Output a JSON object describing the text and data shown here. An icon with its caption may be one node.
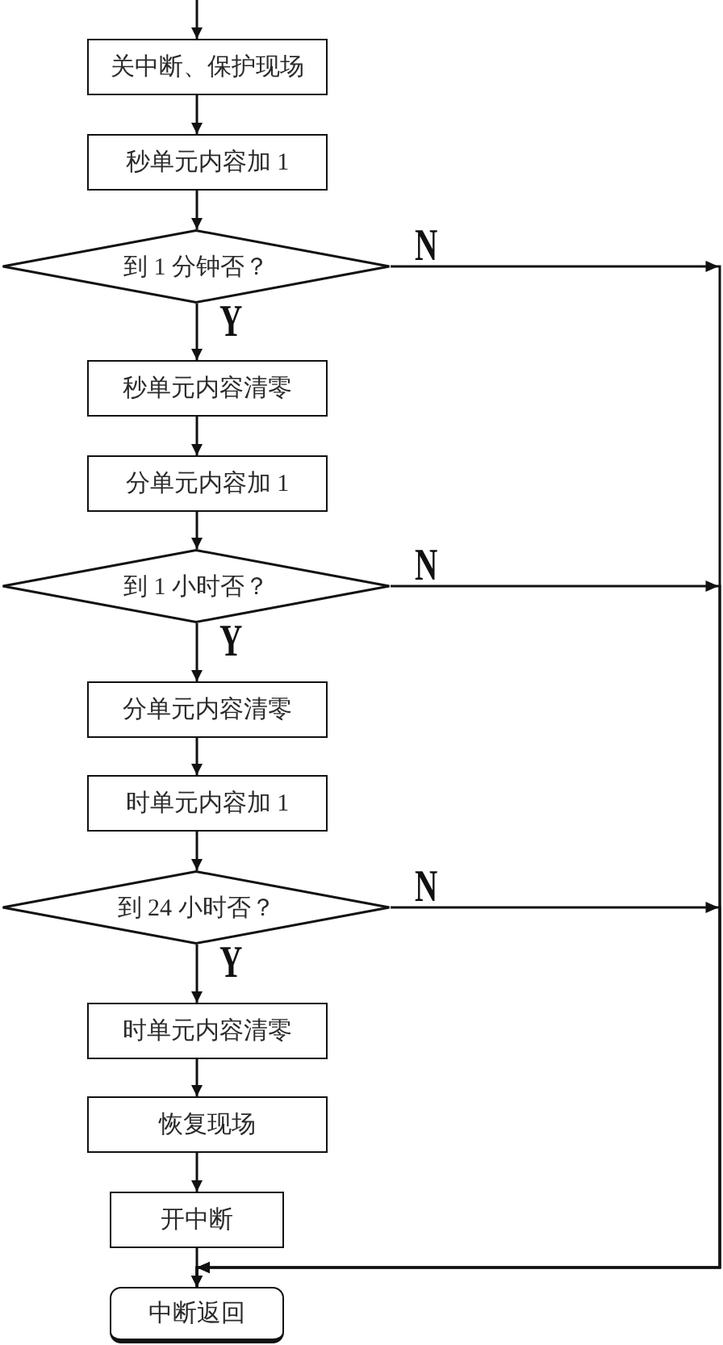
{
  "diagram": {
    "nodes": [
      {
        "text": [
          "关中断、保护现场"
        ]
      },
      {
        "text": [
          "秒单元内容加 1"
        ]
      },
      {
        "text": [
          "到 1 分钟否？"
        ]
      },
      {
        "text": [
          "秒单元内容清零"
        ]
      },
      {
        "text": [
          "分单元内容加 1"
        ]
      },
      {
        "text": [
          "到 1 小时否？"
        ]
      },
      {
        "text": [
          "分单元内容清零"
        ]
      },
      {
        "text": [
          "时单元内容加 1"
        ]
      },
      {
        "text": [
          "到 24 小时否？"
        ]
      },
      {
        "text": [
          "时单元内容清零"
        ]
      },
      {
        "text": [
          "恢复现场"
        ]
      },
      {
        "text": [
          "开中断"
        ]
      },
      {
        "text": [
          "中断返回"
        ]
      }
    ],
    "edges": [
      {
        "from": null,
        "to": 0,
        "arrow": "to"
      },
      {
        "from": 0,
        "to": 1,
        "arrow": "to"
      },
      {
        "from": 1,
        "to": 2,
        "arrow": "to"
      },
      {
        "from": 2,
        "to": 3,
        "arrow": "to",
        "label": "Y"
      },
      {
        "from": 3,
        "to": 4,
        "arrow": "to"
      },
      {
        "from": 4,
        "to": 5,
        "arrow": "to"
      },
      {
        "from": 5,
        "to": 6,
        "arrow": "to",
        "label": "Y"
      },
      {
        "from": 6,
        "to": 7,
        "arrow": "to"
      },
      {
        "from": 7,
        "to": 8,
        "arrow": "to"
      },
      {
        "from": 8,
        "to": 9,
        "arrow": "to",
        "label": "Y"
      },
      {
        "from": 9,
        "to": 10,
        "arrow": "to"
      },
      {
        "from": 10,
        "to": 11,
        "arrow": "to"
      },
      {
        "from": 11,
        "to": 12,
        "arrow": "to"
      },
      {
        "from": 2,
        "to": 12,
        "arrow": "to",
        "label": "N"
      },
      {
        "from": 5,
        "to": 12,
        "arrow": "to",
        "label": "N"
      },
      {
        "from": 8,
        "to": 12,
        "arrow": "to",
        "label": "N"
      }
    ]
  }
}
